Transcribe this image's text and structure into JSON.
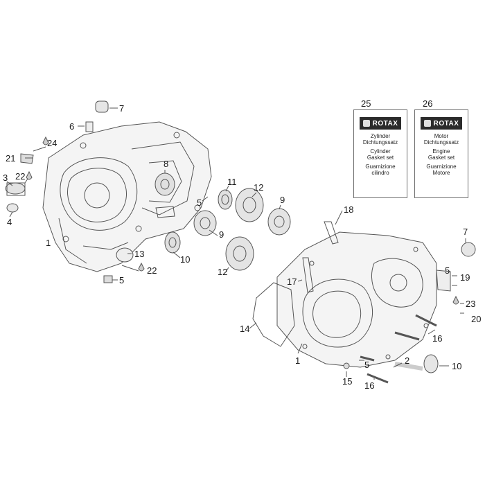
{
  "callouts": [
    {
      "id": "c7a",
      "text": "7"
    },
    {
      "id": "c6",
      "text": "6"
    },
    {
      "id": "c24a",
      "text": "24"
    },
    {
      "id": "c21",
      "text": "21"
    },
    {
      "id": "c8",
      "text": "8"
    },
    {
      "id": "c22a",
      "text": "22"
    },
    {
      "id": "c3",
      "text": "3"
    },
    {
      "id": "c11",
      "text": "11"
    },
    {
      "id": "c12a",
      "text": "12"
    },
    {
      "id": "c9a",
      "text": "9"
    },
    {
      "id": "c5a",
      "text": "5"
    },
    {
      "id": "c4",
      "text": "4"
    },
    {
      "id": "c9b",
      "text": "9"
    },
    {
      "id": "c1a",
      "text": "1"
    },
    {
      "id": "c13",
      "text": "13"
    },
    {
      "id": "c10a",
      "text": "10"
    },
    {
      "id": "c22b",
      "text": "22"
    },
    {
      "id": "c12b",
      "text": "12"
    },
    {
      "id": "c5b",
      "text": "5"
    },
    {
      "id": "c18",
      "text": "18"
    },
    {
      "id": "c7b",
      "text": "7"
    },
    {
      "id": "c17",
      "text": "17"
    },
    {
      "id": "c5c",
      "text": "5"
    },
    {
      "id": "c19",
      "text": "19"
    },
    {
      "id": "c23",
      "text": "23"
    },
    {
      "id": "c20",
      "text": "20"
    },
    {
      "id": "c14",
      "text": "14"
    },
    {
      "id": "c16a",
      "text": "16"
    },
    {
      "id": "c1b",
      "text": "1"
    },
    {
      "id": "c2",
      "text": "2"
    },
    {
      "id": "c5d",
      "text": "5"
    },
    {
      "id": "c10b",
      "text": "10"
    },
    {
      "id": "c15",
      "text": "15"
    },
    {
      "id": "c16b",
      "text": "16"
    }
  ],
  "kits": [
    {
      "number": "25",
      "brand": "ROTAX",
      "lines": [
        "Zylinder",
        "Dichtungssatz",
        "Cylinder",
        "Gasket set",
        "Guarnizione",
        "cilindro"
      ]
    },
    {
      "number": "26",
      "brand": "ROTAX",
      "lines": [
        "Motor",
        "Dichtungssatz",
        "Engine",
        "Gasket set",
        "Guarnizione",
        "Motore"
      ]
    }
  ],
  "colors": {
    "line": "#555555",
    "label": "#1a1a1a",
    "shade": "#d9d9d9",
    "card_bar": "#2b2b2b"
  }
}
